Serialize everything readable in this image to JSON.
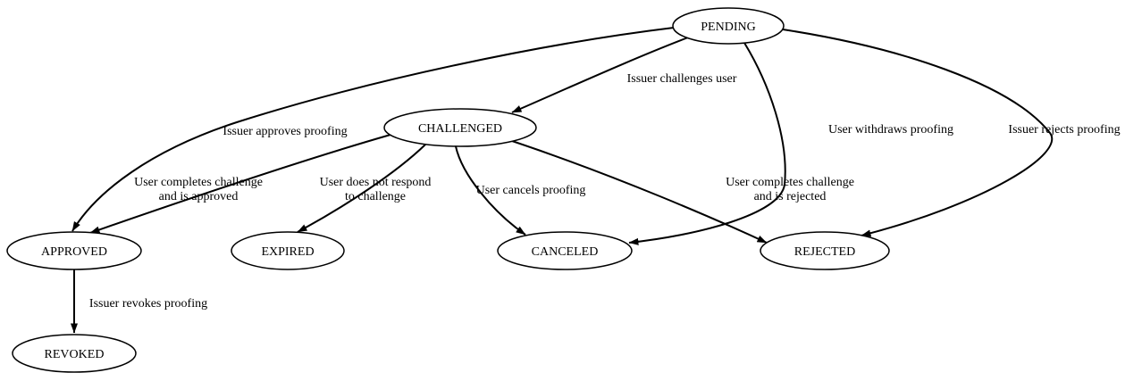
{
  "diagram": {
    "type": "state-machine",
    "colors": {
      "background": "#ffffff",
      "node_fill": "#ffffff",
      "stroke": "#000000",
      "text": "#000000"
    },
    "nodes": [
      {
        "label": "PENDING"
      },
      {
        "label": "CHALLENGED"
      },
      {
        "label": "APPROVED"
      },
      {
        "label": "EXPIRED"
      },
      {
        "label": "CANCELED"
      },
      {
        "label": "REJECTED"
      },
      {
        "label": "REVOKED"
      }
    ],
    "edges": [
      {
        "from": "PENDING",
        "to": "CHALLENGED",
        "label_lines": [
          "Issuer challenges user"
        ]
      },
      {
        "from": "PENDING",
        "to": "APPROVED",
        "label_lines": [
          "Issuer approves proofing"
        ]
      },
      {
        "from": "PENDING",
        "to": "CANCELED",
        "label_lines": [
          "User withdraws proofing"
        ]
      },
      {
        "from": "PENDING",
        "to": "REJECTED",
        "label_lines": [
          "Issuer rejects proofing"
        ]
      },
      {
        "from": "CHALLENGED",
        "to": "APPROVED",
        "label_lines": [
          "User completes challenge",
          "and is approved"
        ]
      },
      {
        "from": "CHALLENGED",
        "to": "EXPIRED",
        "label_lines": [
          "User does not respond",
          "to challenge"
        ]
      },
      {
        "from": "CHALLENGED",
        "to": "CANCELED",
        "label_lines": [
          "User cancels proofing"
        ]
      },
      {
        "from": "CHALLENGED",
        "to": "REJECTED",
        "label_lines": [
          "User completes challenge",
          "and is rejected"
        ]
      },
      {
        "from": "APPROVED",
        "to": "REVOKED",
        "label_lines": [
          "Issuer revokes proofing"
        ]
      }
    ]
  }
}
